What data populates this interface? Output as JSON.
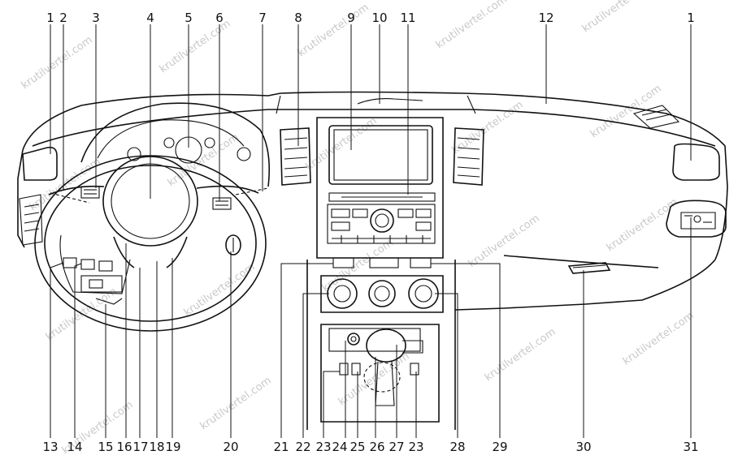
{
  "diagram": {
    "watermark": "krutilvertel.com",
    "top_labels": [
      "1",
      "2",
      "3",
      "4",
      "5",
      "6",
      "7",
      "8",
      "9",
      "10",
      "11",
      "12",
      "1"
    ],
    "bottom_labels": [
      "13",
      "14",
      "15",
      "16",
      "17",
      "18",
      "19",
      "20",
      "21",
      "22",
      "23",
      "24",
      "25",
      "26",
      "27",
      "23",
      "28",
      "29",
      "30",
      "31"
    ]
  }
}
